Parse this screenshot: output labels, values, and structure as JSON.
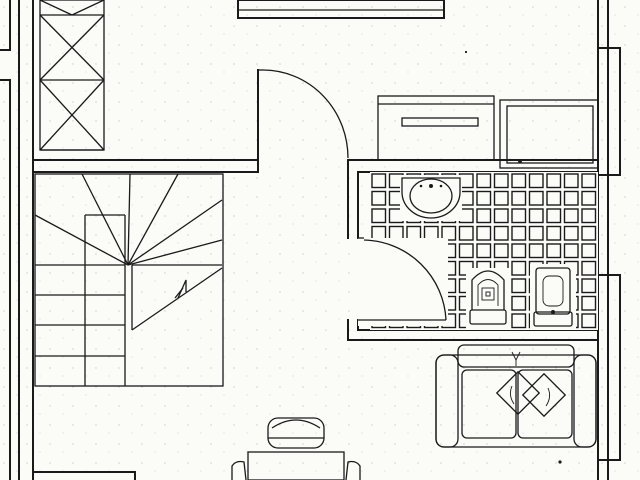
{
  "drawing": {
    "kind": "floor-plan",
    "style": "black line drawing on white",
    "ink_color": "#1a1a1a",
    "paper_color": "#fbfbf8"
  },
  "rooms": {
    "hall": {
      "features": [
        "built-in-wardrobe",
        "staircase",
        "entrance-door"
      ]
    },
    "bathroom": {
      "floor": "square tiles",
      "fixtures": [
        "washbasin",
        "toilet",
        "bidet",
        "shower-tray",
        "vanity-unit"
      ],
      "door": "swing-door"
    },
    "living": {
      "furniture": [
        "sofa",
        "cushion",
        "cushion",
        "dining-table",
        "chair",
        "chair",
        "chair"
      ]
    }
  }
}
